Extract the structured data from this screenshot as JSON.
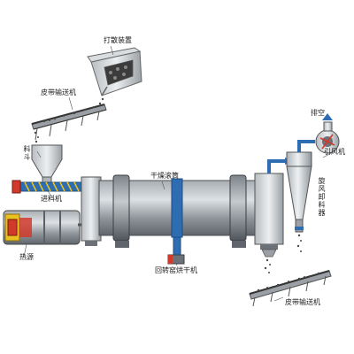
{
  "labels": {
    "scatter_device": "打散装置",
    "belt_conveyor_top": "皮带输送机",
    "exhaust": "排空",
    "hopper": "料斗",
    "induced_fan": "引风机",
    "drying_drum": "干燥滚筒",
    "cyclone_collector": "旋风卸料器",
    "feeder": "进料机",
    "heat_source": "热源",
    "rotary_dryer": "回转窑烘干机",
    "belt_conveyor_bottom": "皮带输送机"
  },
  "colors": {
    "drum": "#8a9096",
    "drum_light": "#c9ced2",
    "blue_accent": "#2f6db3",
    "red_accent": "#d0392b",
    "yellow_accent": "#e8c21f",
    "material": "#4a4a4a"
  }
}
